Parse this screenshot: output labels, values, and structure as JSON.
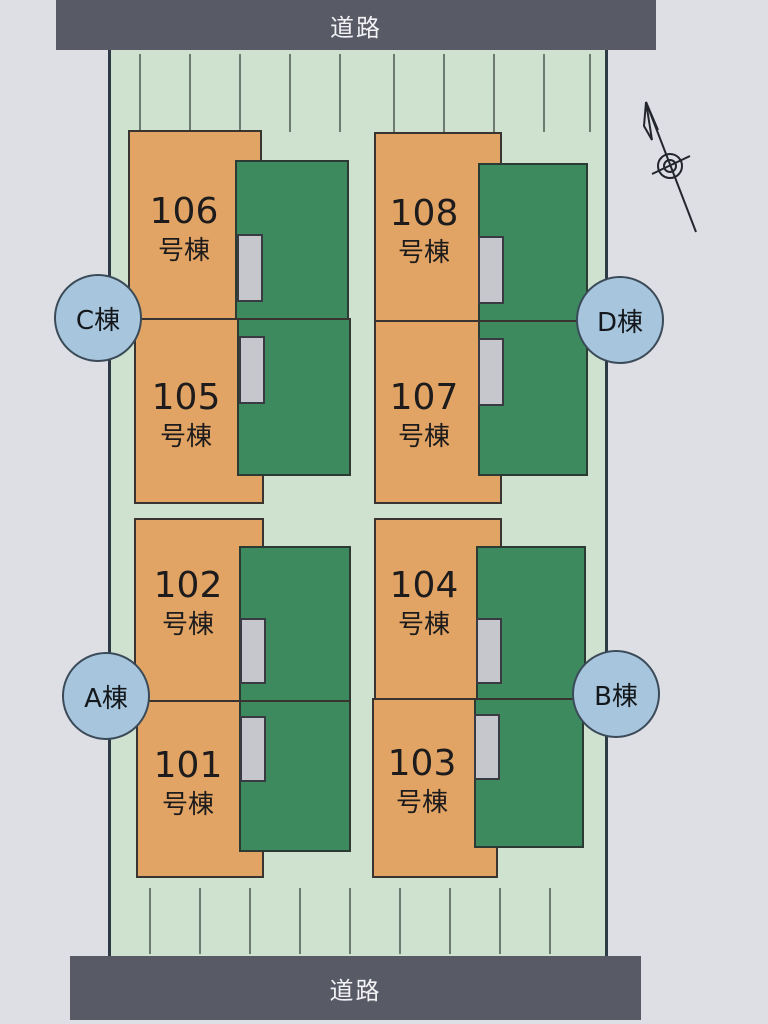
{
  "roads": {
    "top": "道路",
    "bottom": "道路"
  },
  "units": [
    {
      "id": "106",
      "number": "106",
      "suffix": "号棟"
    },
    {
      "id": "105",
      "number": "105",
      "suffix": "号棟"
    },
    {
      "id": "108",
      "number": "108",
      "suffix": "号棟"
    },
    {
      "id": "107",
      "number": "107",
      "suffix": "号棟"
    },
    {
      "id": "102",
      "number": "102",
      "suffix": "号棟"
    },
    {
      "id": "101",
      "number": "101",
      "suffix": "号棟"
    },
    {
      "id": "104",
      "number": "104",
      "suffix": "号棟"
    },
    {
      "id": "103",
      "number": "103",
      "suffix": "号棟"
    }
  ],
  "buildings": [
    {
      "label": "C棟"
    },
    {
      "label": "D棟"
    },
    {
      "label": "A棟"
    },
    {
      "label": "B棟"
    }
  ],
  "colors": {
    "road": "#585a66",
    "lot": "#cfe2d0",
    "yard": "#e1a464",
    "garden": "#3d8a5e",
    "building_marker": "#a7c6dd",
    "shed": "#c6c7cc"
  },
  "icons": {
    "compass": "north-arrow-icon"
  }
}
